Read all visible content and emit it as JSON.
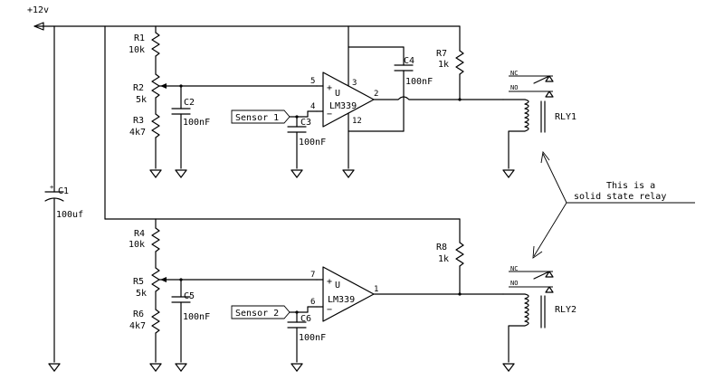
{
  "supply": {
    "label": "+12v"
  },
  "components": {
    "R1": {
      "ref": "R1",
      "value": "10k"
    },
    "R2": {
      "ref": "R2",
      "value": "5k"
    },
    "R3": {
      "ref": "R3",
      "value": "4k7"
    },
    "R4": {
      "ref": "R4",
      "value": "10k"
    },
    "R5": {
      "ref": "R5",
      "value": "5k"
    },
    "R6": {
      "ref": "R6",
      "value": "4k7"
    },
    "R7": {
      "ref": "R7",
      "value": "1k"
    },
    "R8": {
      "ref": "R8",
      "value": "1k"
    },
    "C1": {
      "ref": "C1",
      "value": "100uf"
    },
    "C2": {
      "ref": "C2",
      "value": "100nF"
    },
    "C3": {
      "ref": "C3",
      "value": "100nF"
    },
    "C4": {
      "ref": "C4",
      "value": "100nF"
    },
    "C5": {
      "ref": "C5",
      "value": "100nF"
    },
    "C6": {
      "ref": "C6",
      "value": "100nF"
    }
  },
  "comparator1": {
    "part": "LM339",
    "u": "U",
    "plus": "+",
    "minus": "−",
    "pin_plus": "5",
    "pin_minus": "4",
    "pin_out": "2",
    "pin_vcc": "3",
    "pin_gnd": "12"
  },
  "comparator2": {
    "part": "LM339",
    "u": "U",
    "plus": "+",
    "minus": "−",
    "pin_plus": "7",
    "pin_minus": "6",
    "pin_out": "1"
  },
  "sensors": {
    "s1": "Sensor 1",
    "s2": "Sensor 2"
  },
  "relays": {
    "rly1": {
      "ref": "RLY1",
      "nc": "NC",
      "no": "NO"
    },
    "rly2": {
      "ref": "RLY2",
      "nc": "NC",
      "no": "NO"
    }
  },
  "annotation": {
    "line1": "This is a",
    "line2": "solid state relay"
  },
  "icons": {
    "ground": "ground-icon",
    "arrow": "supply-arrow-icon"
  }
}
